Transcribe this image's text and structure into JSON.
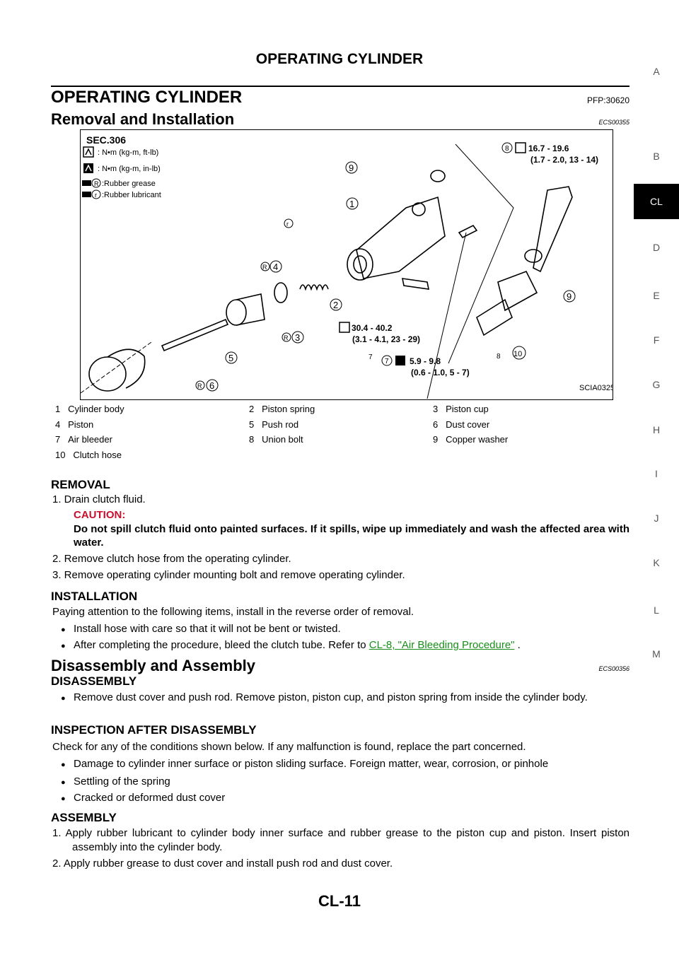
{
  "header": {
    "title": "OPERATING CYLINDER"
  },
  "section": {
    "title": "OPERATING CYLINDER",
    "code": "PFP:30620"
  },
  "subsection1": {
    "title": "Removal and Installation",
    "code": "ECS00355"
  },
  "subsection2": {
    "title": "Disassembly and Assembly",
    "code": "ECS00356"
  },
  "side_tabs": [
    "A",
    "B",
    "CL",
    "D",
    "E",
    "F",
    "G",
    "H",
    "I",
    "J",
    "K",
    "L",
    "M"
  ],
  "figure": {
    "sec": "SEC.306",
    "key1": ": N•m (kg-m, ft-lb)",
    "key2": ": N•m (kg-m, in-lb)",
    "key3": ":Rubber grease",
    "key4": ":Rubber lubricant",
    "torque8a": "16.7 - 19.6",
    "torque8b": "(1.7 - 2.0, 13 - 14)",
    "torque_mid_a": "30.4 - 40.2",
    "torque_mid_b": "(3.1 - 4.1, 23 - 29)",
    "torque7a": "5.9 - 9.8",
    "torque7b": "(0.6 - 1.0, 5 - 7)",
    "figure_id": "SCIA0325E",
    "callouts": [
      "1",
      "2",
      "3",
      "4",
      "5",
      "6",
      "7",
      "8",
      "9",
      "9",
      "10",
      "R",
      "R",
      "R",
      "r"
    ]
  },
  "legend": [
    {
      "num": "1",
      "label": "Cylinder body"
    },
    {
      "num": "2",
      "label": "Piston spring"
    },
    {
      "num": "3",
      "label": "Piston cup"
    },
    {
      "num": "4",
      "label": "Piston"
    },
    {
      "num": "5",
      "label": "Push rod"
    },
    {
      "num": "6",
      "label": "Dust cover"
    },
    {
      "num": "7",
      "label": "Air bleeder"
    },
    {
      "num": "8",
      "label": "Union bolt"
    },
    {
      "num": "9",
      "label": "Copper washer"
    },
    {
      "num": "10",
      "label": "Clutch hose"
    }
  ],
  "removal": {
    "heading": "REMOVAL",
    "step1": "1.  Drain clutch fluid.",
    "caution_title": "CAUTION:",
    "caution_text": "Do not spill clutch fluid onto painted surfaces. If it spills, wipe up immediately and wash the affected area with water.",
    "step2": "2.  Remove clutch hose from the operating cylinder.",
    "step3": "3.  Remove operating cylinder mounting bolt and remove operating cylinder."
  },
  "installation": {
    "heading": "INSTALLATION",
    "intro": "Paying attention to the following items, install in the reverse order of removal.",
    "bullet1": "Install hose with care so that it will not be bent or twisted.",
    "bullet2_prefix": "After completing the procedure, bleed the clutch tube. Refer to ",
    "bullet2_link": "CL-8, \"Air Bleeding Procedure\"",
    "bullet2_suffix": " ."
  },
  "disassembly": {
    "heading": "DISASSEMBLY",
    "bullet1": "Remove dust cover and push rod. Remove piston, piston cup, and piston spring from inside the cylinder body."
  },
  "inspection": {
    "heading": "INSPECTION AFTER DISASSEMBLY",
    "intro": "Check for any of the conditions shown below. If any malfunction is found, replace the part concerned.",
    "bullet1": "Damage to cylinder inner surface or piston sliding surface. Foreign matter, wear, corrosion, or pinhole",
    "bullet2": "Settling of the spring",
    "bullet3": "Cracked or deformed dust cover"
  },
  "assembly": {
    "heading": "ASSEMBLY",
    "step1": "1.  Apply rubber lubricant to cylinder body inner surface and rubber grease to the piston cup and piston. Insert piston assembly into the cylinder body.",
    "step2": "2.  Apply rubber grease to dust cover and install push rod and dust cover."
  },
  "footer": {
    "page": "CL-11"
  }
}
